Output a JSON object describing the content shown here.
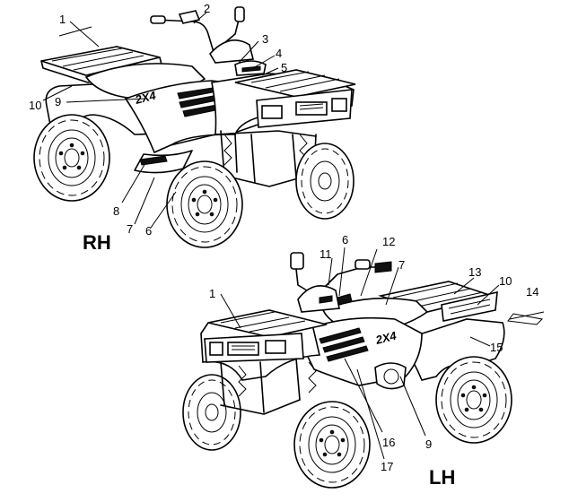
{
  "views": [
    {
      "label": "RH",
      "callouts": [
        "1",
        "2",
        "3",
        "4",
        "5",
        "6",
        "7",
        "8",
        "9",
        "10"
      ]
    },
    {
      "label": "LH",
      "callouts": [
        "1",
        "6",
        "7",
        "9",
        "10",
        "11",
        "12",
        "13",
        "14",
        "15",
        "16",
        "17"
      ]
    }
  ],
  "colors": {
    "line": "#000000",
    "background": "#ffffff",
    "decal": "#111111"
  }
}
